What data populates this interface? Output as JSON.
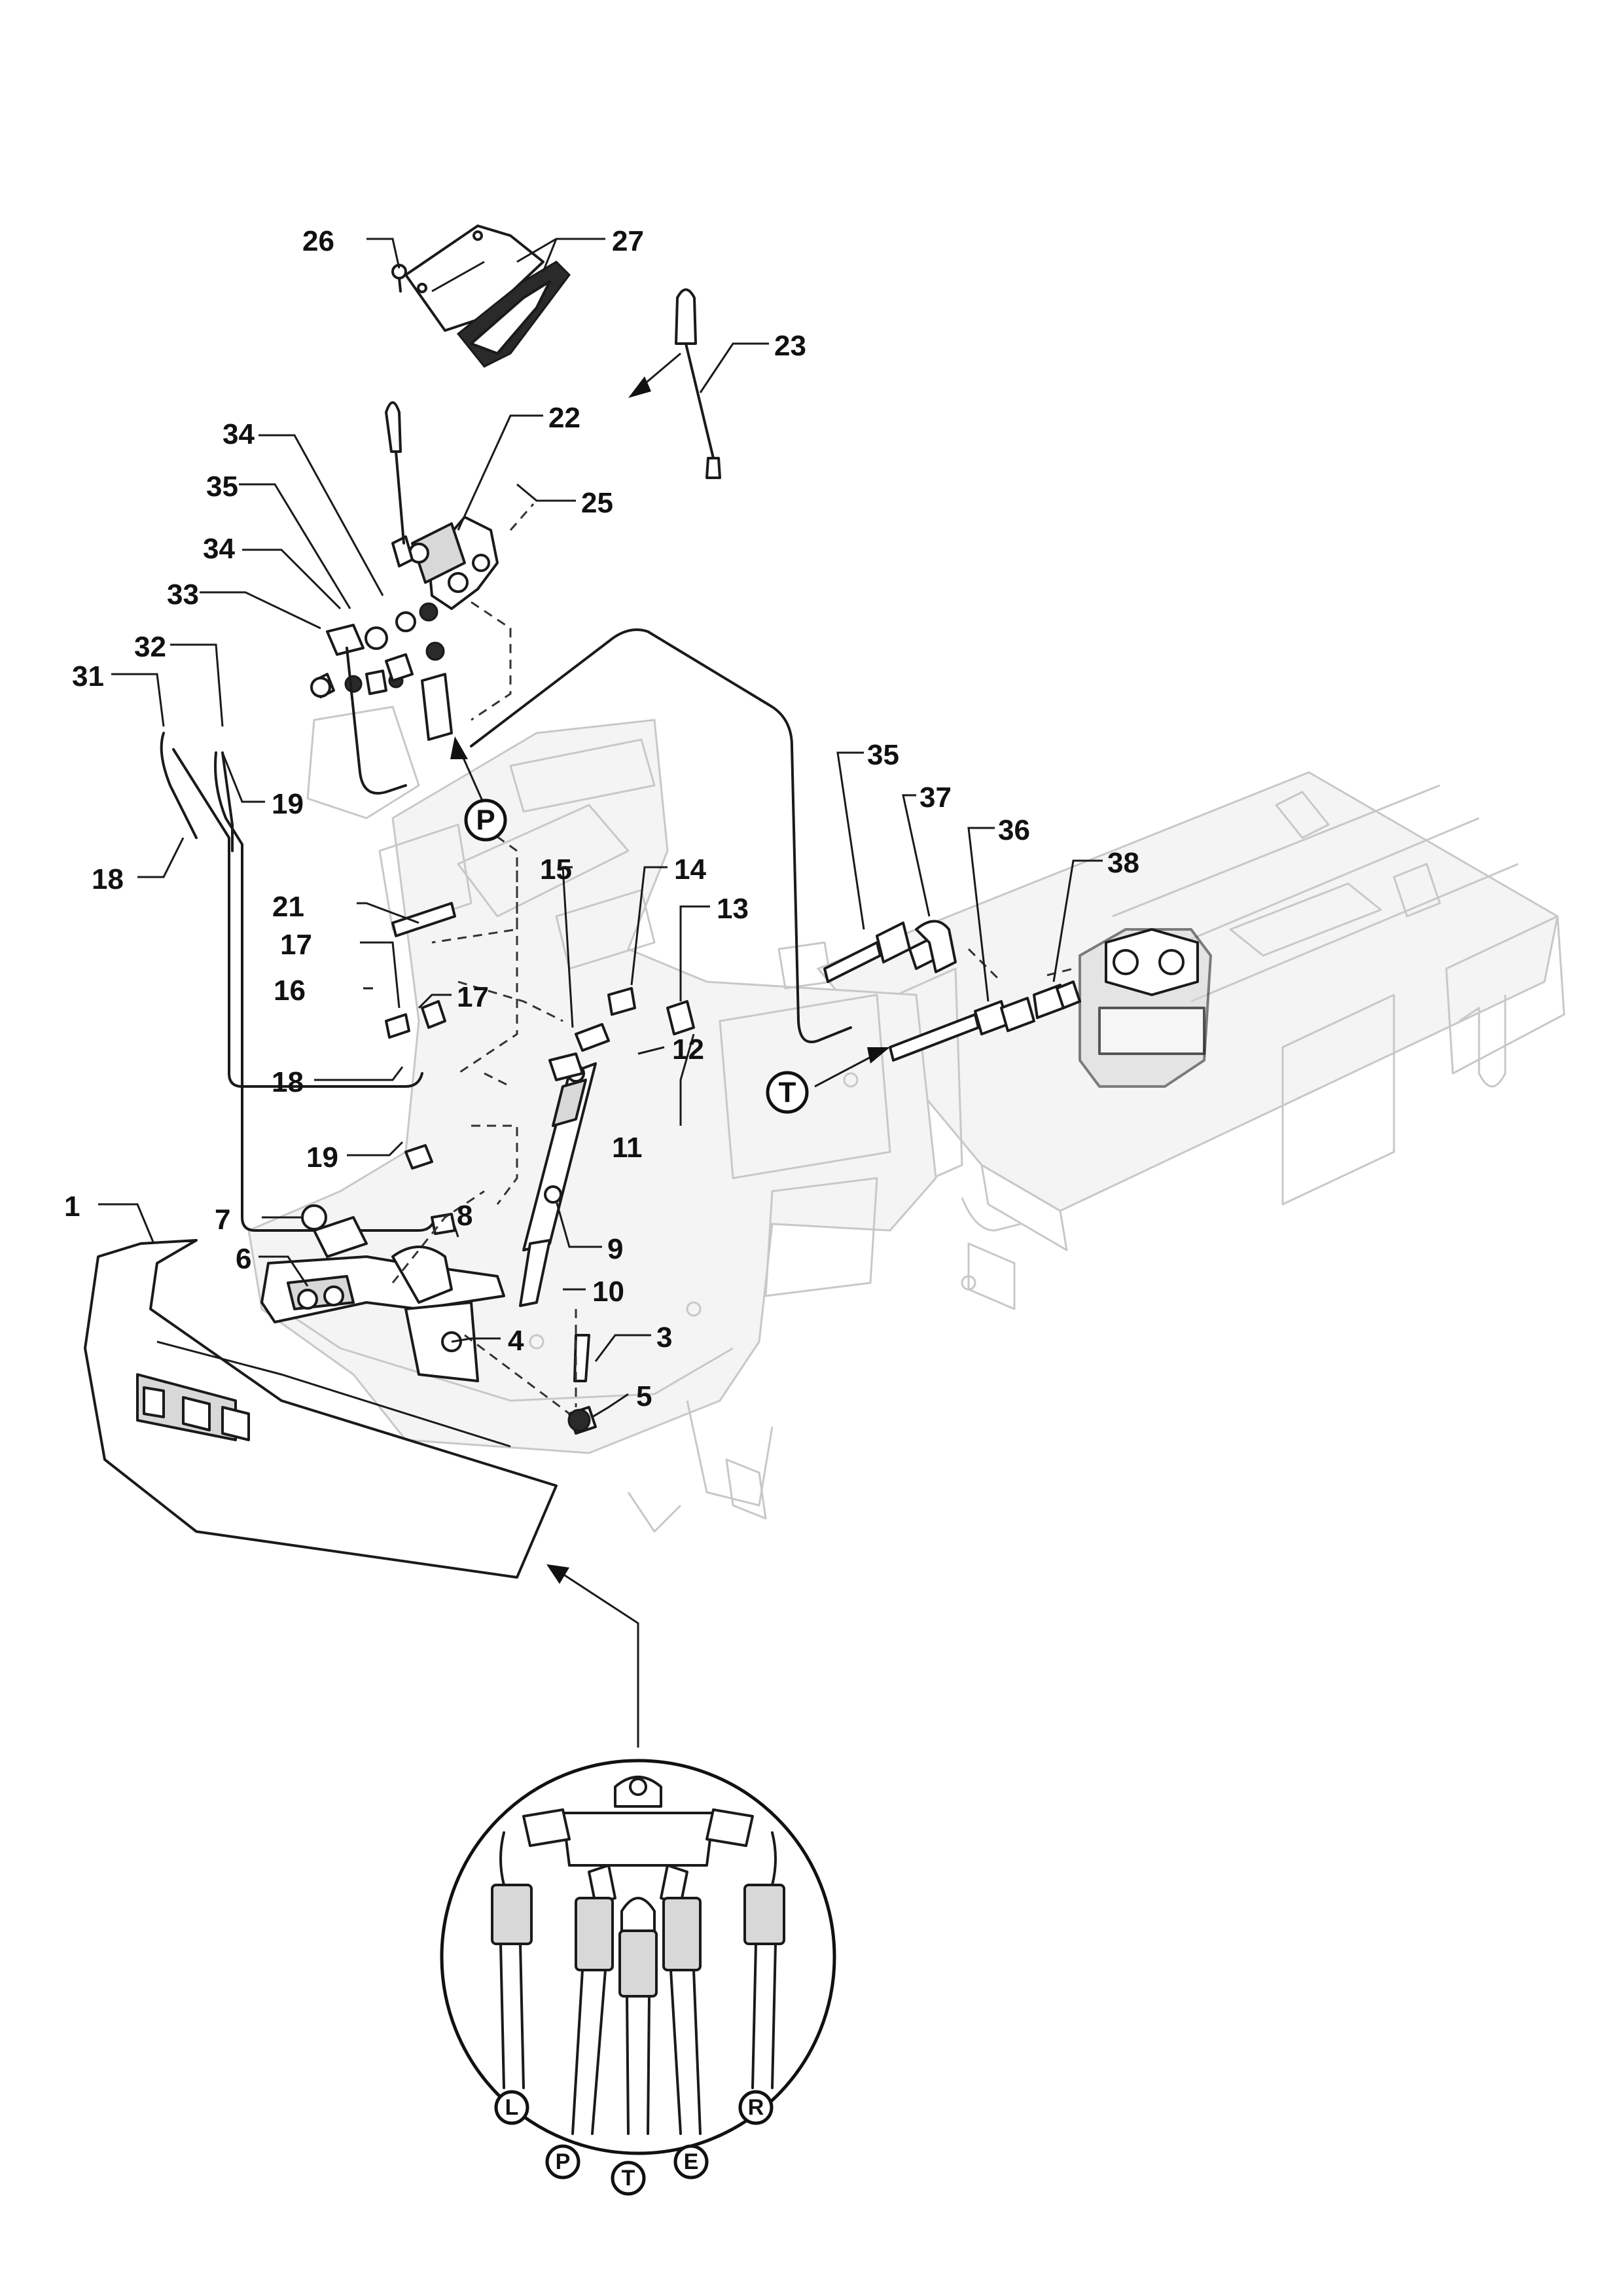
{
  "callouts": {
    "c1": "1",
    "c3": "3",
    "c4": "4",
    "c5": "5",
    "c6": "6",
    "c7": "7",
    "c8": "8",
    "c9": "9",
    "c10": "10",
    "c11": "11",
    "c12": "12",
    "c13": "13",
    "c14": "14",
    "c15": "15",
    "c16": "16",
    "c17a": "17",
    "c17b": "17",
    "c18a": "18",
    "c18b": "18",
    "c19a": "19",
    "c19b": "19",
    "c21": "21",
    "c22": "22",
    "c23": "23",
    "c25": "25",
    "c26": "26",
    "c27": "27",
    "c31": "31",
    "c32": "32",
    "c33": "33",
    "c34a": "34",
    "c34b": "34",
    "c35a": "35",
    "c35b": "35",
    "c36": "36",
    "c37": "37",
    "c38": "38"
  },
  "ports": {
    "p_main": "P",
    "t_main": "T",
    "detail": {
      "l": "L",
      "p": "P",
      "t": "T",
      "e": "E",
      "r": "R"
    }
  },
  "colors": {
    "line": "#1a1a1a",
    "ghost": "#c8c8c8",
    "background": "#ffffff"
  }
}
